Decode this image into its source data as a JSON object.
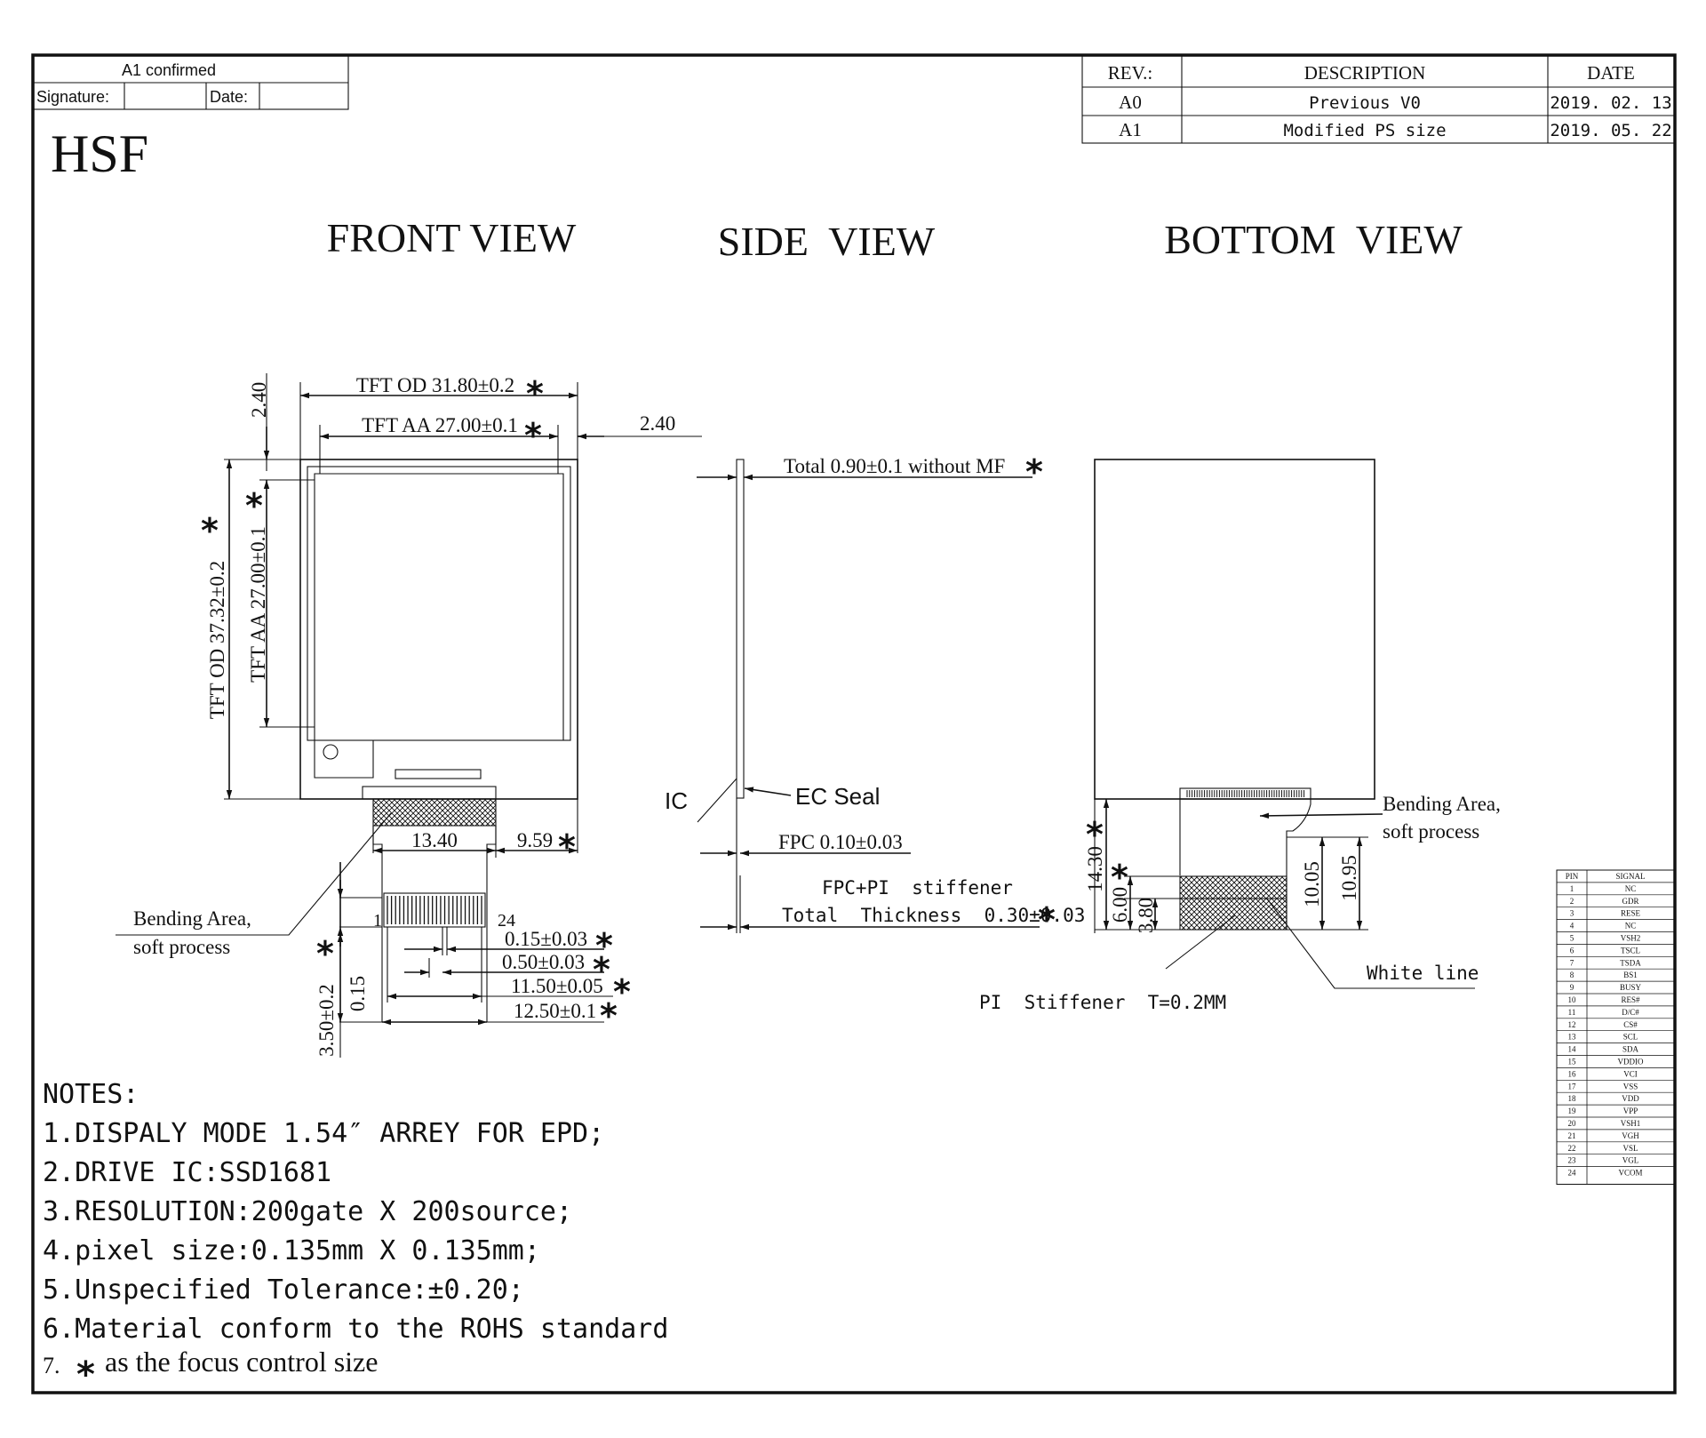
{
  "approval": {
    "status": "A1 confirmed",
    "signature_label": "Signature:",
    "date_label": "Date:"
  },
  "revision_table": {
    "headers": [
      "REV.:",
      "DESCRIPTION",
      "DATE"
    ],
    "rows": [
      {
        "rev": "A0",
        "description": "Previous V0",
        "date": "2019. 02. 13"
      },
      {
        "rev": "A1",
        "description": "Modified PS size",
        "date": "2019. 05. 22"
      }
    ]
  },
  "company": "HSF",
  "views": {
    "front": "FRONT VIEW",
    "side": "SIDE  VIEW",
    "bottom": "BOTTOM  VIEW"
  },
  "front_view": {
    "tft_od_width": "TFT OD 31.80±0.2",
    "tft_aa_width": "TFT AA 27.00±0.1",
    "top_margin": "2.40",
    "right_margin": "2.40",
    "tft_od_height": "TFT OD 37.32±0.2",
    "tft_aa_height": "TFT AA 27.00±0.1",
    "fpc_offset": "13.40",
    "fpc_right": "9.59",
    "pin_first": "1",
    "pin_last": "24",
    "pitch_width": "0.15±0.03",
    "pitch": "0.50±0.03",
    "pin_span": "11.50±0.05",
    "fpc_width": "12.50±0.1",
    "tail_length": "3.50±0.2",
    "tail_gap": "0.15",
    "bending_area": "Bending Area,",
    "soft_process": "soft process"
  },
  "side_view": {
    "total": "Total 0.90±0.1 without MF",
    "ic": "IC",
    "ec_seal": "EC Seal",
    "fpc_thickness": "FPC 0.10±0.03",
    "stiffener_line1": "FPC+PI  stiffener",
    "stiffener_line2": "Total  Thickness  0.30±0.03"
  },
  "bottom_view": {
    "bending_area": "Bending Area,",
    "soft_process": "soft process",
    "dim_1430": "14.30",
    "dim_600": "6.00",
    "dim_380": "3.80",
    "dim_1005": "10.05",
    "dim_1095": "10.95",
    "white_line": "White line",
    "pi_stiffener": "PI  Stiffener  T=0.2MM"
  },
  "pin_table": {
    "headers": [
      "PIN",
      "SIGNAL"
    ],
    "rows": [
      [
        "1",
        "NC"
      ],
      [
        "2",
        "GDR"
      ],
      [
        "3",
        "RESE"
      ],
      [
        "4",
        "NC"
      ],
      [
        "5",
        "VSH2"
      ],
      [
        "6",
        "TSCL"
      ],
      [
        "7",
        "TSDA"
      ],
      [
        "8",
        "BS1"
      ],
      [
        "9",
        "BUSY"
      ],
      [
        "10",
        "RES#"
      ],
      [
        "11",
        "D/C#"
      ],
      [
        "12",
        "CS#"
      ],
      [
        "13",
        "SCL"
      ],
      [
        "14",
        "SDA"
      ],
      [
        "15",
        "VDDIO"
      ],
      [
        "16",
        "VCI"
      ],
      [
        "17",
        "VSS"
      ],
      [
        "18",
        "VDD"
      ],
      [
        "19",
        "VPP"
      ],
      [
        "20",
        "VSH1"
      ],
      [
        "21",
        "VGH"
      ],
      [
        "22",
        "VSL"
      ],
      [
        "23",
        "VGL"
      ],
      [
        "24",
        "VCOM"
      ]
    ]
  },
  "notes": {
    "title": "NOTES:",
    "items": [
      "1.DISPALY MODE 1.54″ ARREY FOR EPD;",
      "2.DRIVE IC:SSD1681",
      "3.RESOLUTION:200gate X 200source;",
      "4.pixel size:0.135mm X 0.135mm;",
      "5.Unspecified Tolerance:±0.20;",
      "6.Material conform to the ROHS standard"
    ],
    "note7_number": "7.",
    "note7_star": "*",
    "note7_text": "as the focus control size"
  },
  "focus_mark": "*"
}
